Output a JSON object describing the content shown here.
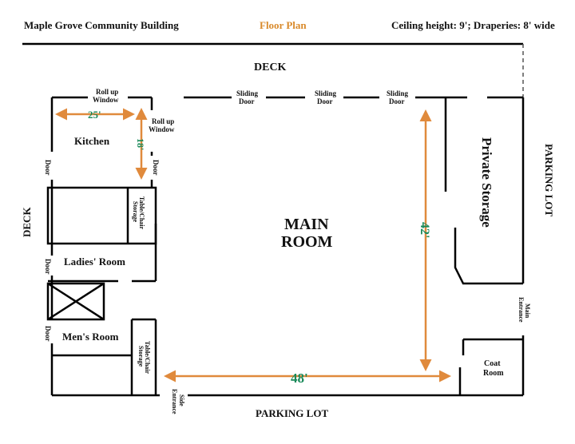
{
  "header": {
    "building": "Maple Grove Community Building",
    "plan_title": "Floor Plan",
    "specs": "Ceiling height: 9'; Draperies: 8' wide"
  },
  "labels": {
    "deck_top": "DECK",
    "deck_left": "DECK",
    "parking_right": "PARKING LOT",
    "parking_bottom": "PARKING LOT",
    "roll_up_window_1_line1": "Roll up",
    "roll_up_window_1_line2": "Window",
    "roll_up_window_2_line1": "Roll up",
    "roll_up_window_2_line2": "Window",
    "sliding_door_1_line1": "Sliding",
    "sliding_door_1_line2": "Door",
    "sliding_door_2_line1": "Sliding",
    "sliding_door_2_line2": "Door",
    "sliding_door_3_line1": "Sliding",
    "sliding_door_3_line2": "Door",
    "kitchen": "Kitchen",
    "door_kitchen_left": "Door",
    "door_kitchen_right": "Door",
    "table_chair_storage_1_line1": "Table/Chair",
    "table_chair_storage_1_line2": "Storage",
    "table_chair_storage_2_line1": "Table/Chair",
    "table_chair_storage_2_line2": "Storage",
    "ladies_room": "Ladies' Room",
    "door_ladies": "Door",
    "mens_room": "Men's Room",
    "door_mens": "Door",
    "main_room_line1": "MAIN",
    "main_room_line2": "ROOM",
    "private_storage": "Private Storage",
    "main_entrance_line1": "Main",
    "main_entrance_line2": "Entrance",
    "coat_room_line1": "Coat",
    "coat_room_line2": "Room",
    "side_entrance_line1": "Side",
    "side_entrance_line2": "Entrance"
  },
  "dimensions": {
    "kitchen_width": "25'",
    "kitchen_depth": "18'",
    "main_depth": "42'",
    "main_width": "48'"
  },
  "colors": {
    "dimension_arrow": "#e08a3c",
    "dimension_text": "#1a8a5a",
    "title_accent": "#d98a2b",
    "walls": "#000000"
  }
}
